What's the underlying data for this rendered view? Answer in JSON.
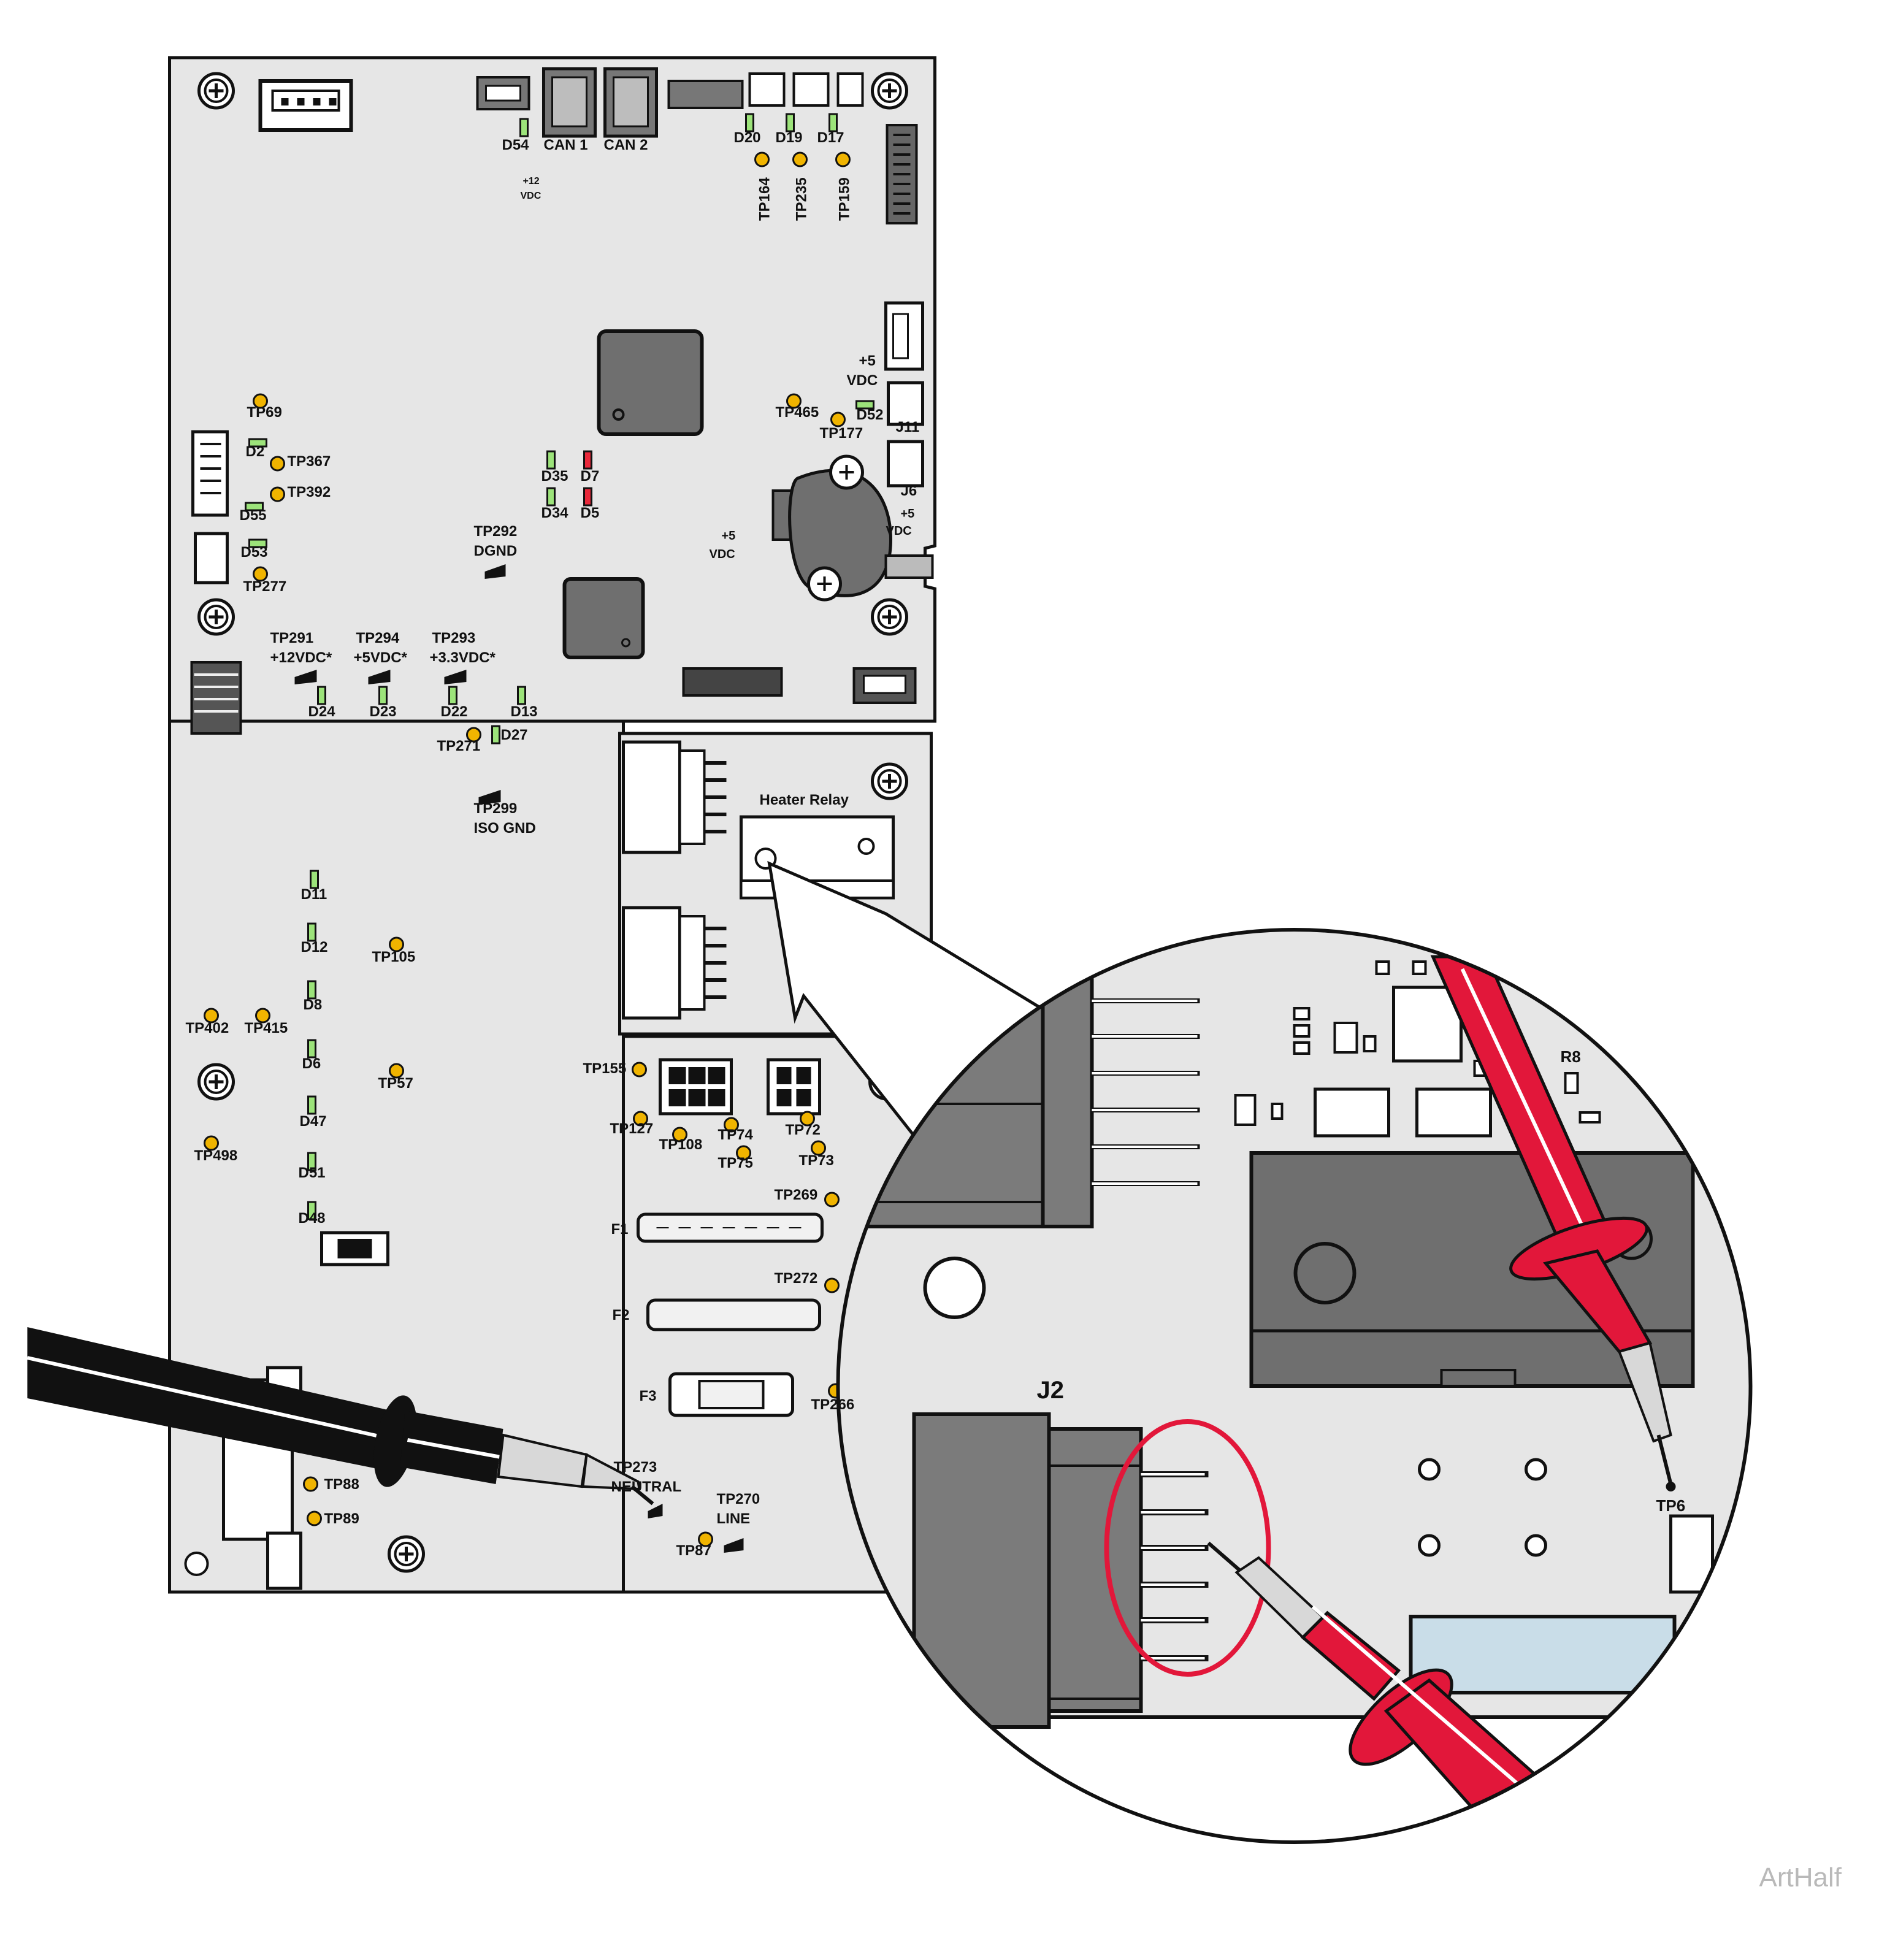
{
  "watermark": "ArtHalf",
  "colors": {
    "board": "#e6e6e6",
    "outline": "#111111",
    "led_green": "#9ce37a",
    "led_red": "#e8283a",
    "test_point": "#f0b400",
    "chip": "#6f6f6f",
    "connector_dark": "#7b7b7b",
    "probe_red": "#e2173a",
    "probe_black": "#111111",
    "highlight_ring": "#e2173a",
    "fuse_glass": "#f1f1f1",
    "window_blue": "#c9dde8"
  },
  "top_leds": [
    {
      "label": "D54",
      "color": "green"
    },
    {
      "label": "D20",
      "color": "green"
    },
    {
      "label": "D19",
      "color": "green"
    },
    {
      "label": "D17",
      "color": "green"
    }
  ],
  "can_connectors": [
    "CAN 1",
    "CAN 2"
  ],
  "voltage_marks": {
    "top_12v": {
      "line1": "+12",
      "line2": "VDC"
    },
    "right_5v_a": {
      "line1": "+5",
      "line2": "VDC"
    },
    "right_5v_b": {
      "line1": "+5",
      "line2": "VDC"
    },
    "center_5v": {
      "line1": "+5",
      "line2": "VDC"
    }
  },
  "connectors": {
    "j11": "J11",
    "j6": "J6",
    "j2": "J2"
  },
  "test_points": {
    "tp164": "TP164",
    "tp235": "TP235",
    "tp159": "TP159",
    "tp69": "TP69",
    "tp367": "TP367",
    "tp392": "TP392",
    "tp277": "TP277",
    "tp465": "TP465",
    "tp177": "TP177",
    "tp271": "TP271",
    "tp105": "TP105",
    "tp402": "TP402",
    "tp415": "TP415",
    "tp57": "TP57",
    "tp498": "TP498",
    "tp155": "TP155",
    "tp127": "TP127",
    "tp108": "TP108",
    "tp74": "TP74",
    "tp75": "TP75",
    "tp72": "TP72",
    "tp73": "TP73",
    "tp269": "TP269",
    "tp272": "TP272",
    "tp266": "TP266",
    "tp88": "TP88",
    "tp89": "TP89",
    "tp87": "TP87",
    "tp6": "TP6"
  },
  "leds": {
    "d2": "D2",
    "d55": "D55",
    "d53": "D53",
    "d35": "D35",
    "d7": "D7",
    "d34": "D34",
    "d5": "D5",
    "d52": "D52",
    "d24": "D24",
    "d23": "D23",
    "d22": "D22",
    "d13": "D13",
    "d27": "D27",
    "d11": "D11",
    "d12": "D12",
    "d8": "D8",
    "d6": "D6",
    "d47": "D47",
    "d51": "D51",
    "d48": "D48"
  },
  "labeled_test_points": {
    "tp292": {
      "name": "TP292",
      "role": "DGND"
    },
    "tp291": {
      "name": "TP291",
      "role": "+12VDC*"
    },
    "tp294": {
      "name": "TP294",
      "role": "+5VDC*"
    },
    "tp293": {
      "name": "TP293",
      "role": "+3.3VDC*"
    },
    "tp299": {
      "name": "TP299",
      "role": "ISO GND"
    },
    "tp273": {
      "name": "TP273",
      "role": "NEUTRAL"
    },
    "tp270": {
      "name": "TP270",
      "role": "LINE"
    }
  },
  "heater_relay": "Heater Relay",
  "fuses": [
    "F1",
    "F2",
    "F3"
  ],
  "resistor": "R8"
}
